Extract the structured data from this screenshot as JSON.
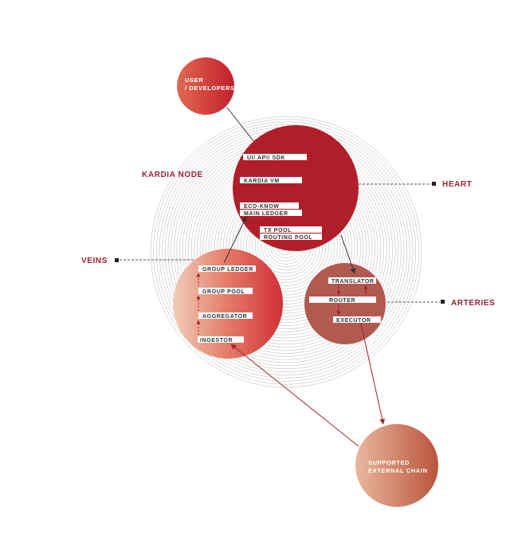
{
  "nodes": {
    "user": {
      "label_line1": "USER",
      "label_line2": "/ DEVELOPERS"
    },
    "heart": {
      "items": [
        "UI/ API/ SDK",
        "KARDIA VM",
        "ECO-KNOW",
        "MAIN LEDGER",
        "TX POOL",
        "ROUTING POOL"
      ]
    },
    "veins": {
      "items": [
        "GROUP LEDGER",
        "GROUP POOL",
        "AGGREGATOR",
        "INGESTOR"
      ]
    },
    "arteries": {
      "items": [
        "TRANSLATOR",
        "ROUTER",
        "EXECUTOR"
      ]
    },
    "external": {
      "label_line1": "SUPPORTED",
      "label_line2": "EXTERNAL CHAIN"
    }
  },
  "labels": {
    "kardia_node": "KARDIA NODE",
    "heart": "HEART",
    "veins": "VEINS",
    "arteries": "ARTERIES"
  },
  "colors": {
    "heart": "#b01e2a",
    "label": "#9a2230",
    "grey_rings": "#b5b5b5",
    "arrow": "#a3232c"
  }
}
